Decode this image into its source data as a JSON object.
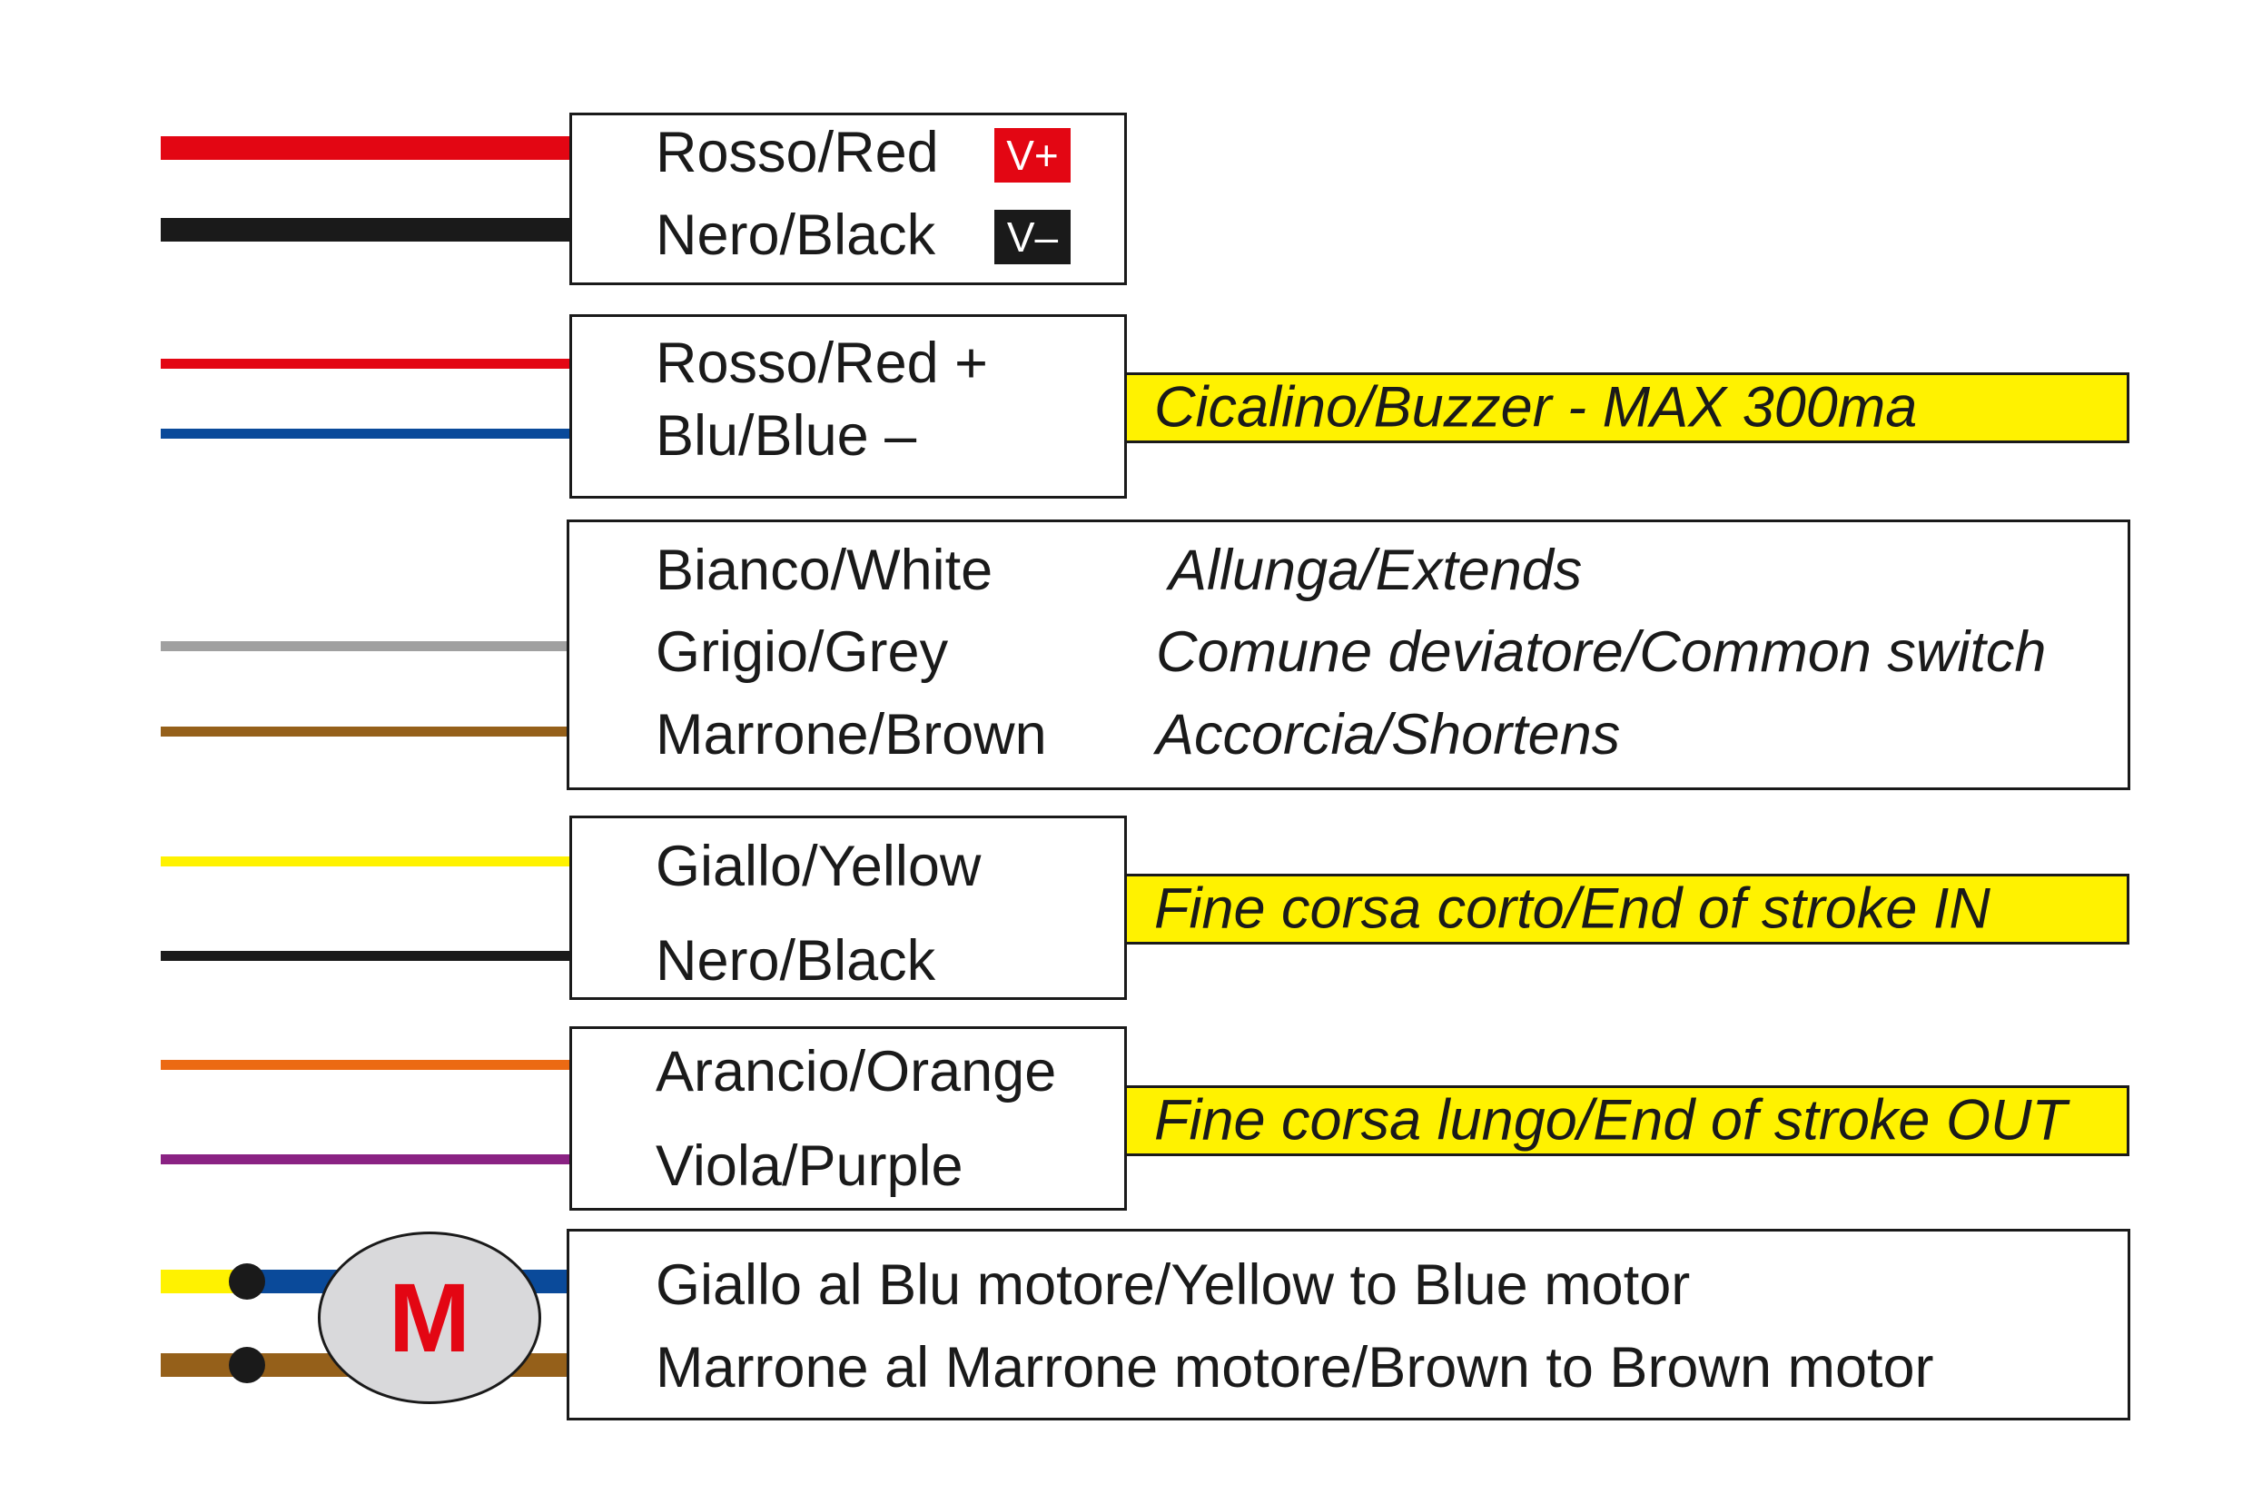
{
  "colors": {
    "red": "#e30613",
    "black": "#1a1a1a",
    "blue": "#0a4a9a",
    "grey": "#a0a0a0",
    "brown": "#95601a",
    "yellow": "#fff200",
    "orange": "#ec6a13",
    "purple": "#8a2283",
    "motor_fill": "#d9d9db"
  },
  "power": {
    "red_label": "Rosso/Red",
    "red_badge": "V+",
    "black_label": "Nero/Black",
    "black_badge": "V–"
  },
  "buzzer": {
    "red_label": "Rosso/Red +",
    "blue_label": "Blu/Blue –",
    "tag": "Cicalino/Buzzer - MAX 300ma"
  },
  "switch": {
    "rows": [
      {
        "wire": "Bianco/White",
        "function": "Allunga/Extends"
      },
      {
        "wire": "Grigio/Grey",
        "function": "Comune deviatore/Common switch"
      },
      {
        "wire": "Marrone/Brown",
        "function": "Accorcia/Shortens"
      }
    ]
  },
  "end_in": {
    "yellow_label": "Giallo/Yellow",
    "black_label": "Nero/Black",
    "tag": "Fine corsa corto/End of stroke IN"
  },
  "end_out": {
    "orange_label": "Arancio/Orange",
    "purple_label": "Viola/Purple",
    "tag": "Fine corsa lungo/End of stroke OUT"
  },
  "motor": {
    "symbol": "M",
    "line1": "Giallo al Blu motore/Yellow to Blue motor",
    "line2": "Marrone al Marrone motore/Brown to Brown motor"
  }
}
